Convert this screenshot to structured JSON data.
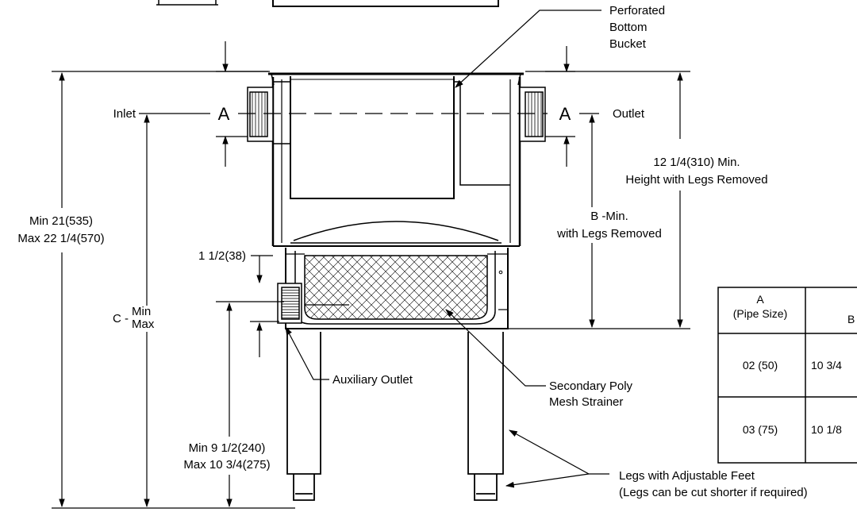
{
  "labels": {
    "perforated_line1": "Perforated",
    "perforated_line2": "Bottom",
    "perforated_line3": "Bucket",
    "inlet": "Inlet",
    "outlet": "Outlet",
    "section_a_left": "A",
    "section_a_right": "A",
    "height_no_legs_line1": "12 1/4(310) Min.",
    "height_no_legs_line2": "Height with Legs Removed",
    "b_min_line1": "B -Min.",
    "b_min_line2": "with Legs Removed",
    "overall_min": "Min 21(535)",
    "overall_max": "Max 22 1/4(570)",
    "aux_offset": "1 1/2(38)",
    "c_prefix": "C -",
    "c_min": "Min",
    "c_max": "Max",
    "aux_outlet": "Auxiliary Outlet",
    "secondary_line1": "Secondary Poly",
    "secondary_line2": "Mesh Strainer",
    "leg_height_min": "Min 9 1/2(240)",
    "leg_height_max": "Max 10 3/4(275)",
    "legs_line1": "Legs with Adjustable Feet",
    "legs_line2": "(Legs can be cut shorter if required)"
  },
  "table": {
    "header_a_line1": "A",
    "header_a_line2": "(Pipe Size)",
    "header_b": "B",
    "rows": [
      {
        "pipe": "02 (50)",
        "b": "10 3/4"
      },
      {
        "pipe": "03 (75)",
        "b": "10 1/8"
      }
    ]
  }
}
